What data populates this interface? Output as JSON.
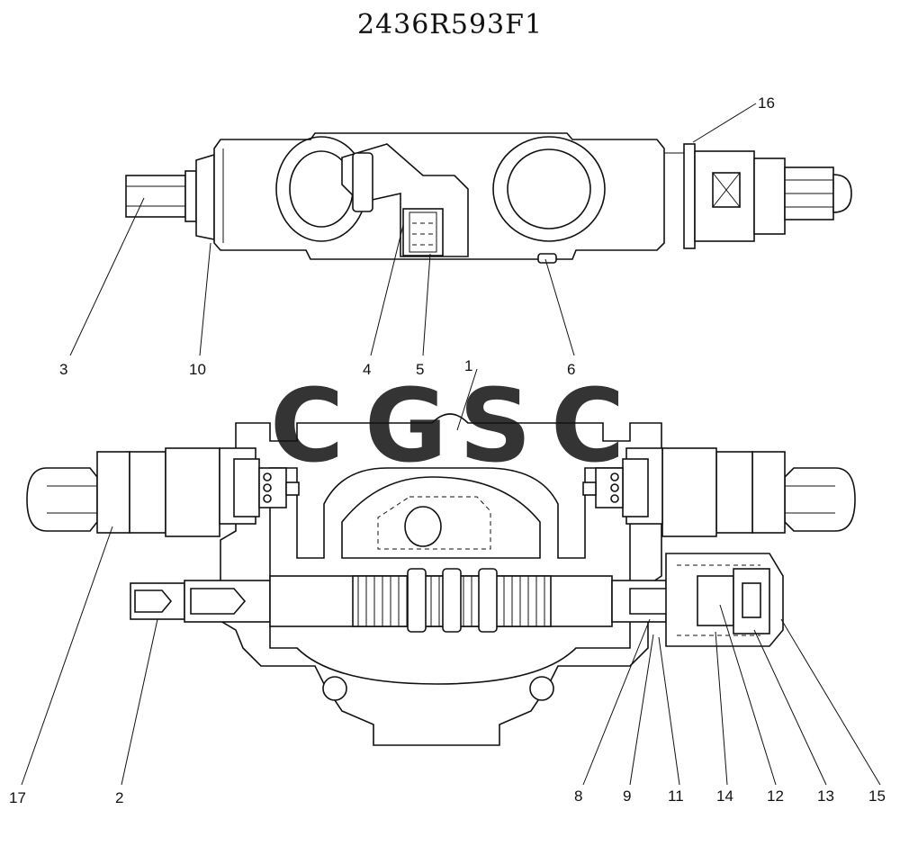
{
  "title": "2436R593F1",
  "watermark": {
    "letters": [
      {
        "char": "C",
        "color": "#5b8def"
      },
      {
        "char": "G",
        "color": "#ef6b6b"
      },
      {
        "char": "S",
        "color": "#f5d25a"
      },
      {
        "char": "C",
        "color": "#59b88a"
      }
    ]
  },
  "callouts": {
    "top_view": [
      "16",
      "3",
      "10",
      "4",
      "5",
      "1",
      "6"
    ],
    "bottom_view": [
      "17",
      "2",
      "8",
      "9",
      "11",
      "14",
      "12",
      "13",
      "15"
    ]
  }
}
